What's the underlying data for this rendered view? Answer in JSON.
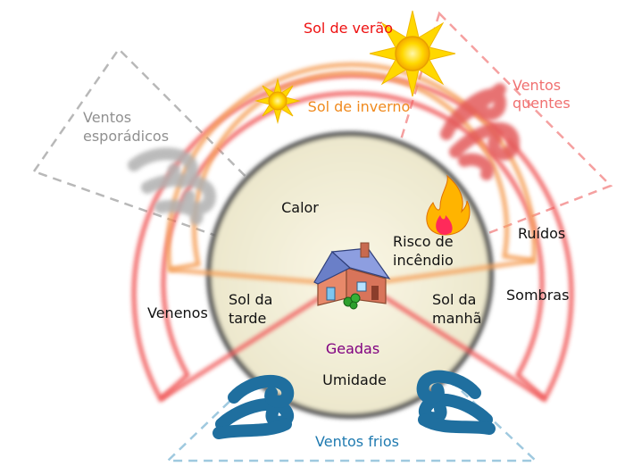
{
  "labels": {
    "sol_verao": "Sol de verão",
    "sol_inverno": "Sol de inverno",
    "ventos_quentes": [
      "Ventos",
      "quentes"
    ],
    "ventos_esporadicos": [
      "Ventos",
      "esporádicos"
    ],
    "calor": "Calor",
    "risco_incendio": [
      "Risco de",
      "incêndio"
    ],
    "ruidos": "Ruídos",
    "sombras": "Sombras",
    "venenos": "Venenos",
    "sol_tarde": [
      "Sol da",
      "tarde"
    ],
    "sol_manha": [
      "Sol da",
      "manhã"
    ],
    "geadas": "Geadas",
    "umidade": "Umidade",
    "ventos_frios": "Ventos frios"
  },
  "colors": {
    "summer": "#f05a5a",
    "winter": "#f5a05a",
    "hot_wind": "#e35a5a",
    "sporadic_wind": "#b0b0b0",
    "cold_wind": "#1f6f9f",
    "inner_circle_fill": "#f5f1dc",
    "inner_circle_stroke": "#555555",
    "geadas_text": "#800080",
    "ventos_frios_text": "#1f7ab0",
    "sol_verao_text": "#ee1111",
    "sol_inverno_text": "#f08a1e",
    "ventos_quentes_text": "#f07070",
    "ventos_esporadicos_text": "#909090"
  }
}
